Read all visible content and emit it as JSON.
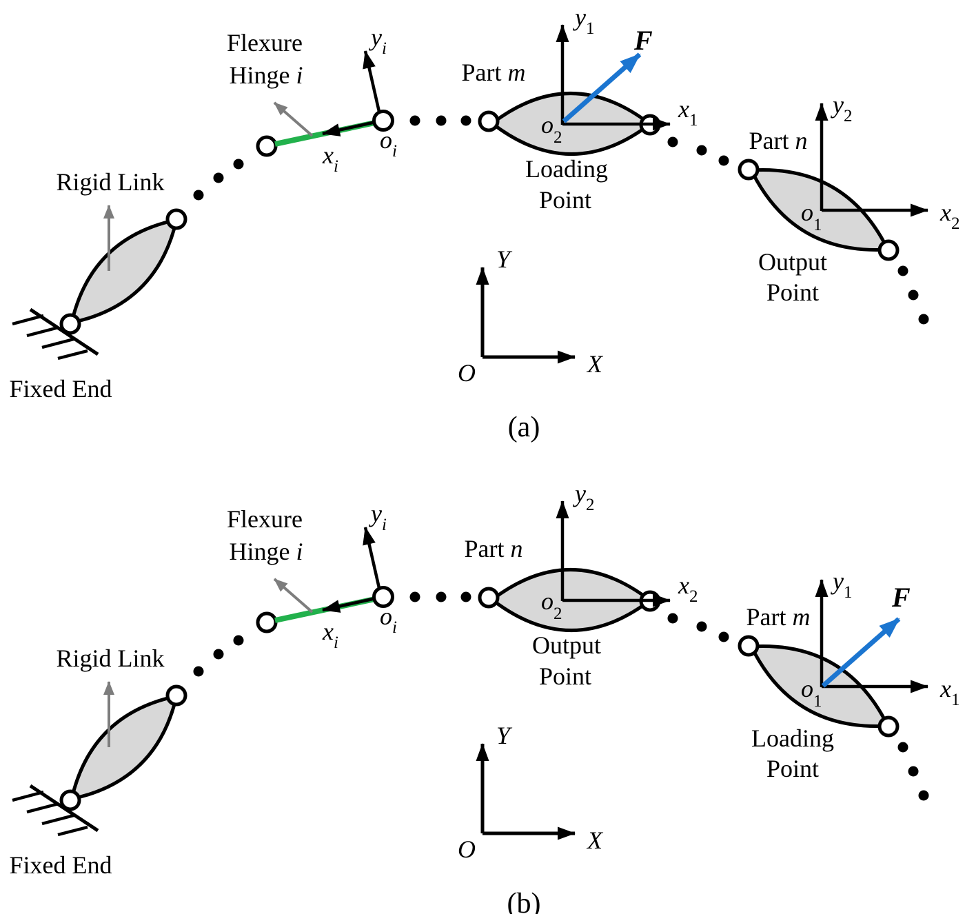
{
  "figure": {
    "colors": {
      "flexure_link_green": "#22B14C",
      "force_arrow_blue": "#1B75D0",
      "part_fill_gray": "#D8D8D8",
      "annotation_arrow_gray": "#7D7D7D"
    },
    "panels": [
      {
        "id": "a",
        "caption": "(a)",
        "labels": {
          "flexure_line1": "Flexure",
          "flexure_line2_word": "Hinge ",
          "flexure_line2_var": "i",
          "rigid_link": "Rigid Link",
          "fixed_end": "Fixed End"
        },
        "hinge_frame": {
          "y": "y",
          "y_sub": "i",
          "x": "x",
          "x_sub": "i",
          "o": "o",
          "o_sub": "i"
        },
        "mid_part": {
          "name_word": "Part ",
          "name_var": "m",
          "role_line1": "Loading",
          "role_line2": "Point",
          "force": "F",
          "frame": {
            "y": "y",
            "y_sub": "1",
            "x": "x",
            "x_sub": "1",
            "o": "o",
            "o_sub": "2"
          }
        },
        "right_part": {
          "name_word": "Part ",
          "name_var": "n",
          "role_line1": "Output",
          "role_line2": "Point",
          "frame": {
            "y": "y",
            "y_sub": "2",
            "x": "x",
            "x_sub": "2",
            "o": "o",
            "o_sub": "1"
          }
        },
        "global_frame": {
          "x": "X",
          "y": "Y",
          "o": "O"
        }
      },
      {
        "id": "b",
        "caption": "(b)",
        "labels": {
          "flexure_line1": "Flexure",
          "flexure_line2_word": "Hinge ",
          "flexure_line2_var": "i",
          "rigid_link": "Rigid Link",
          "fixed_end": "Fixed End"
        },
        "hinge_frame": {
          "y": "y",
          "y_sub": "i",
          "x": "x",
          "x_sub": "i",
          "o": "o",
          "o_sub": "i"
        },
        "mid_part": {
          "name_word": "Part ",
          "name_var": "n",
          "role_line1": "Output",
          "role_line2": "Point",
          "frame": {
            "y": "y",
            "y_sub": "2",
            "x": "x",
            "x_sub": "2",
            "o": "o",
            "o_sub": "2"
          }
        },
        "right_part": {
          "name_word": "Part ",
          "name_var": "m",
          "role_line1": "Loading",
          "role_line2": "Point",
          "force": "F",
          "frame": {
            "y": "y",
            "y_sub": "1",
            "x": "x",
            "x_sub": "1",
            "o": "o",
            "o_sub": "1"
          }
        },
        "global_frame": {
          "x": "X",
          "y": "Y",
          "o": "O"
        }
      }
    ]
  }
}
